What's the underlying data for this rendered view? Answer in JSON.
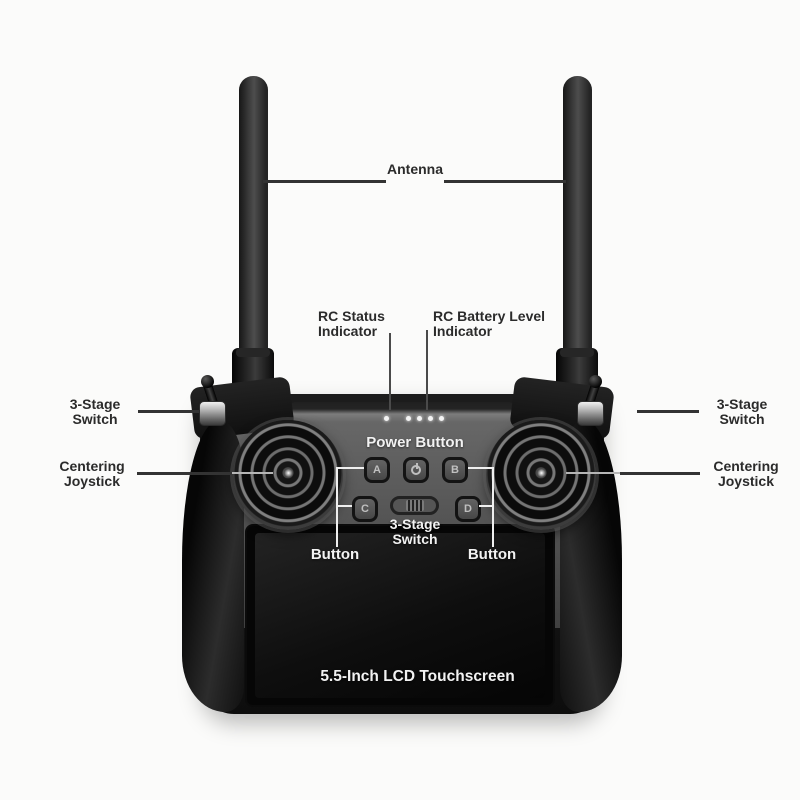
{
  "page": {
    "type": "remote-controller-parts-diagram",
    "background": "#fbfbfa"
  },
  "labels": {
    "antenna": "Antenna",
    "rc_status_indicator": {
      "line1": "RC Status",
      "line2": "Indicator"
    },
    "rc_battery_level_indicator": {
      "line1": "RC Battery Level",
      "line2": "Indicator"
    },
    "three_stage_switch": {
      "line1": "3-Stage",
      "line2": "Switch"
    },
    "centering_joystick": {
      "line1": "Centering",
      "line2": "Joystick"
    },
    "power_button": "Power Button",
    "button": "Button",
    "touchscreen": "5.5-Inch LCD Touchscreen"
  },
  "device": {
    "button_glyphs": {
      "a": "A",
      "b": "B",
      "c": "C",
      "d": "D"
    },
    "leds": {
      "status_count": 1,
      "battery_count": 4
    },
    "colors": {
      "body_face": "#585858",
      "body_frame": "#141414",
      "screen": "#0c0c0c",
      "led": "#f4f4f4",
      "label_dark": "#2b2b2b",
      "label_light": "#f2f2f2"
    }
  }
}
